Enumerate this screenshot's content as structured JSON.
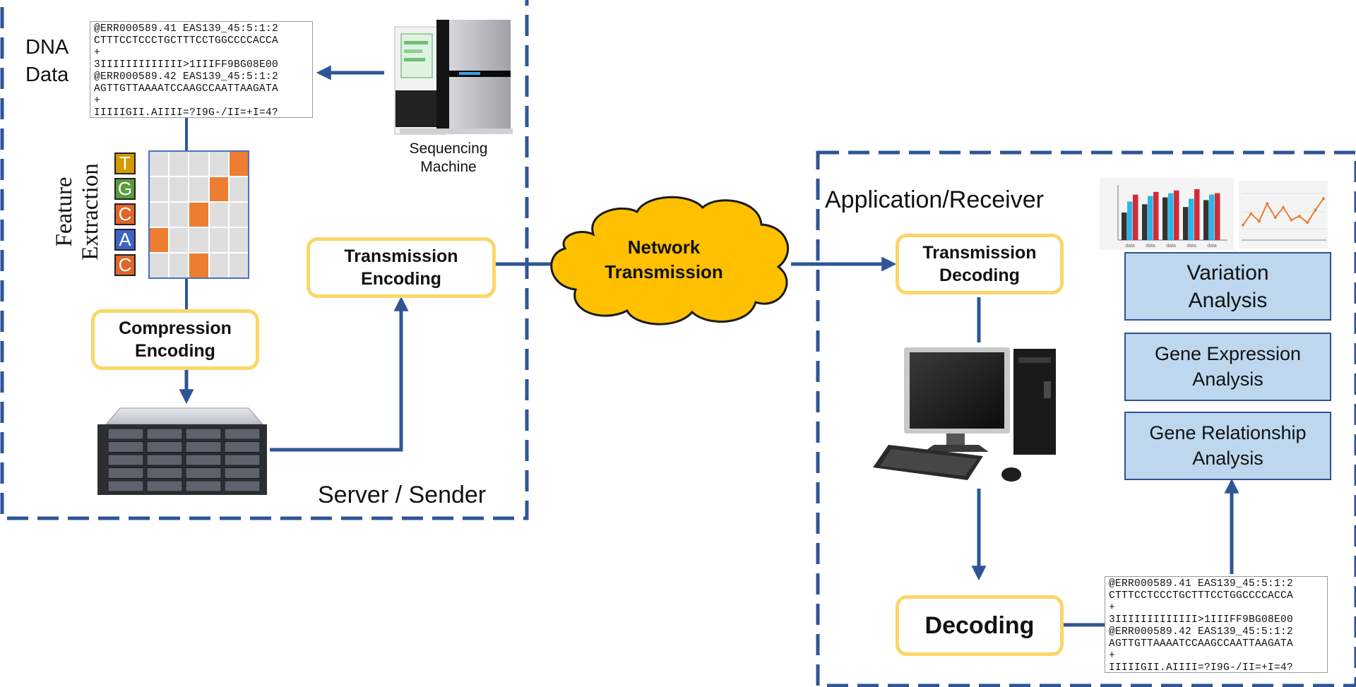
{
  "sender": {
    "dna_label": "DNA\nData",
    "sequencer_label": "Sequencing\nMachine",
    "feature_label": "Feature\nExtraction",
    "compression_label": "Compression\nEncoding",
    "transmission_encoding_label": "Transmission\nEncoding",
    "region_label": "Server / Sender",
    "fastq_lines": [
      "@ERR000589.41 EAS139_45:5:1:2",
      "CTTTCCTCCCTGCTTTCCTGGCCCCACCA",
      "+",
      "3IIIIIIIIIIIII>1IIIFF9BG08E00",
      "@ERR000589.42 EAS139_45:5:1:2",
      "AGTTGTTAAAATCCAAGCCAATTAAGATA",
      "+",
      "IIIIIGII.AIIII=?I9G-/II=+I=4?"
    ],
    "nucleotides": [
      {
        "letter": "T",
        "color": "#d49a00"
      },
      {
        "letter": "G",
        "color": "#5b9b3a"
      },
      {
        "letter": "C",
        "color": "#e0662a"
      },
      {
        "letter": "A",
        "color": "#3c64c8"
      },
      {
        "letter": "C",
        "color": "#e0662a"
      }
    ],
    "matrix_highlight_columns": [
      4,
      3,
      2,
      0,
      2
    ]
  },
  "network": {
    "label": "Network\nTransmission",
    "cloud_color": "#ffc000"
  },
  "receiver": {
    "region_label": "Application/Receiver",
    "transmission_decoding_label": "Transmission\nDecoding",
    "decoding_label": "Decoding",
    "analyses": [
      {
        "label": "Variation\nAnalysis"
      },
      {
        "label": "Gene Expression\nAnalysis"
      },
      {
        "label": "Gene Relationship\nAnalysis"
      }
    ],
    "fastq_lines": [
      "@ERR000589.41 EAS139_45:5:1:2",
      "CTTTCCTCCCTGCTTTCCTGGCCCCACCA",
      "+",
      "3IIIIIIIIIIIII>1IIIFF9BG08E00",
      "@ERR000589.42 EAS139_45:5:1:2",
      "AGTTGTTAAAATCCAAGCCAATTAAGATA",
      "+",
      "IIIIIGII.AIIII=?I9G-/II=+I=4?"
    ],
    "mini_bar_chart": {
      "categories": [
        "data",
        "data",
        "data",
        "data",
        "data"
      ],
      "series": [
        {
          "values": [
            2.0,
            2.6,
            3.1,
            2.4,
            2.9
          ],
          "color": "#333333"
        },
        {
          "values": [
            2.8,
            3.2,
            3.4,
            3.0,
            3.3
          ],
          "color": "#29b6e8"
        },
        {
          "values": [
            3.3,
            3.5,
            3.6,
            3.7,
            3.4
          ],
          "color": "#d42a38"
        }
      ]
    },
    "mini_line_chart": {
      "values": [
        1.2,
        2.1,
        1.5,
        2.9,
        1.8,
        2.6,
        1.6,
        1.9,
        1.4,
        2.4,
        3.3
      ]
    }
  },
  "colors": {
    "dashed_border": "#2f5597",
    "connector": "#2f5597",
    "box_border": "#fbd767",
    "analysis_fill": "#bdd7ee"
  }
}
